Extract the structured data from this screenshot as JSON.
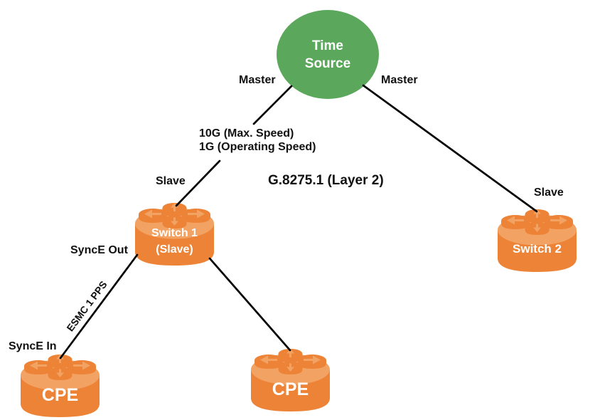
{
  "nodes": {
    "time_source": {
      "line1": "Time",
      "line2": "Source"
    },
    "switch1": {
      "line1": "Switch 1",
      "line2": "(Slave)"
    },
    "switch2": {
      "label": "Switch 2"
    },
    "cpe_left": {
      "label": "CPE"
    },
    "cpe_center": {
      "label": "CPE"
    }
  },
  "labels": {
    "master_left": "Master",
    "master_right": "Master",
    "speed_line1": "10G (Max. Speed)",
    "speed_line2": "1G (Operating Speed)",
    "slave_left": "Slave",
    "slave_right": "Slave",
    "protocol": "G.8275.1 (Layer 2)",
    "synce_out": "SyncE Out",
    "esmc": "ESMC 1 PPS",
    "synce_in": "SyncE In"
  },
  "colors": {
    "background": "#FFFFFF",
    "time_source_fill": "#5BA85C",
    "device_body": "#ED8336",
    "device_top": "#F2A263",
    "connector": "#000000",
    "label_text": "#111111",
    "device_label_text": "#FFFFFF"
  }
}
